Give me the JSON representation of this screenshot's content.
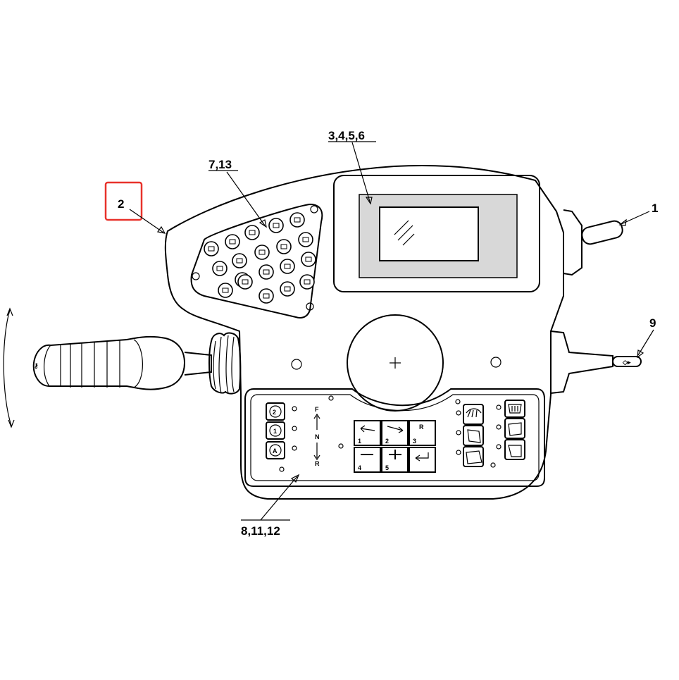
{
  "callouts": {
    "c1": "1",
    "c2": "2",
    "c3456": "3,4,5,6",
    "c713": "7,13",
    "c81112": "8,11,12",
    "c9": "9"
  },
  "highlight": {
    "selected_callout": "2",
    "color": "#e8322b"
  },
  "keypad": {
    "row1": [
      "1",
      "2",
      "3"
    ],
    "row2": [
      "4",
      "5",
      ""
    ],
    "gear_letters": [
      "F",
      "N",
      "R"
    ],
    "corner_letter": "R"
  },
  "icons": {
    "left_selector": [
      "gear-2-icon",
      "gear-1-icon",
      "gear-auto-icon"
    ],
    "right_panel_left": [
      "wiper-front-icon",
      "window-left-icon",
      "window-rear-icon"
    ],
    "right_panel_right": [
      "defrost-icon",
      "window-right-icon",
      "window-right2-icon"
    ],
    "warning_cluster": [
      "battery-icon",
      "brake-icon",
      "fuel-icon",
      "warning-triangle-icon",
      "steering-icon",
      "parking-icon",
      "oil-icon",
      "coolant-icon",
      "filter-icon",
      "hydraulic-icon",
      "gear-icon",
      "glow-plug-icon",
      "beam-icon",
      "indicator-icon",
      "transmission-icon",
      "air-filter-icon",
      "seat-icon",
      "level-icon",
      "temp-icon"
    ]
  }
}
